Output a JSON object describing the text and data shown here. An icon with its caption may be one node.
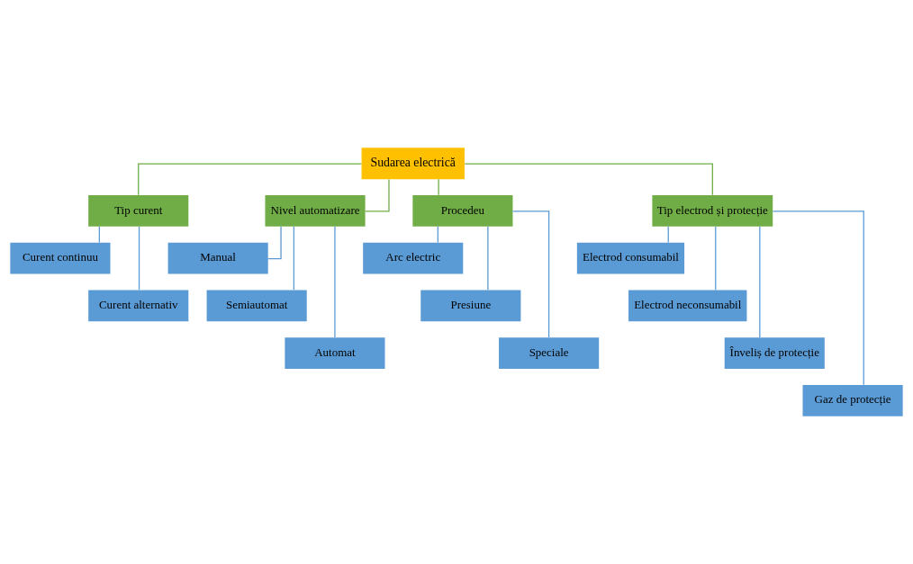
{
  "diagram": {
    "nodes": [
      {
        "text": [
          "Sudarea electrică"
        ]
      },
      {
        "text": [
          "Tip curent"
        ]
      },
      {
        "text": [
          "Nivel automatizare"
        ]
      },
      {
        "text": [
          "Procedeu"
        ]
      },
      {
        "text": [
          "Tip electrod și protecție"
        ]
      },
      {
        "text": [
          "Curent continuu"
        ]
      },
      {
        "text": [
          "Curent alternativ"
        ]
      },
      {
        "text": [
          "Manual"
        ]
      },
      {
        "text": [
          "Semiautomat"
        ]
      },
      {
        "text": [
          "Automat"
        ]
      },
      {
        "text": [
          "Arc electric"
        ]
      },
      {
        "text": [
          "Presiune"
        ]
      },
      {
        "text": [
          "Speciale"
        ]
      },
      {
        "text": [
          "Electrod consumabil"
        ]
      },
      {
        "text": [
          "Electrod neconsumabil"
        ]
      },
      {
        "text": [
          "Înveliș de protecție"
        ]
      },
      {
        "text": [
          "Gaz de protecție"
        ]
      }
    ],
    "edges": [
      {
        "from": 0,
        "to": 1,
        "arrow": "none",
        "color": "#70ad47"
      },
      {
        "from": 0,
        "to": 2,
        "arrow": "none",
        "color": "#70ad47"
      },
      {
        "from": 0,
        "to": 3,
        "arrow": "none",
        "color": "#70ad47"
      },
      {
        "from": 0,
        "to": 4,
        "arrow": "none",
        "color": "#70ad47"
      },
      {
        "from": 1,
        "to": 5,
        "arrow": "none"
      },
      {
        "from": 1,
        "to": 6,
        "arrow": "none"
      },
      {
        "from": 2,
        "to": 7,
        "arrow": "none"
      },
      {
        "from": 2,
        "to": 8,
        "arrow": "none"
      },
      {
        "from": 2,
        "to": 9,
        "arrow": "none"
      },
      {
        "from": 3,
        "to": 10,
        "arrow": "none"
      },
      {
        "from": 3,
        "to": 11,
        "arrow": "none"
      },
      {
        "from": 3,
        "to": 12,
        "arrow": "none"
      },
      {
        "from": 4,
        "to": 13,
        "arrow": "none"
      },
      {
        "from": 4,
        "to": 14,
        "arrow": "none"
      },
      {
        "from": 4,
        "to": 15,
        "arrow": "none"
      },
      {
        "from": 4,
        "to": 16,
        "arrow": "none"
      }
    ]
  }
}
